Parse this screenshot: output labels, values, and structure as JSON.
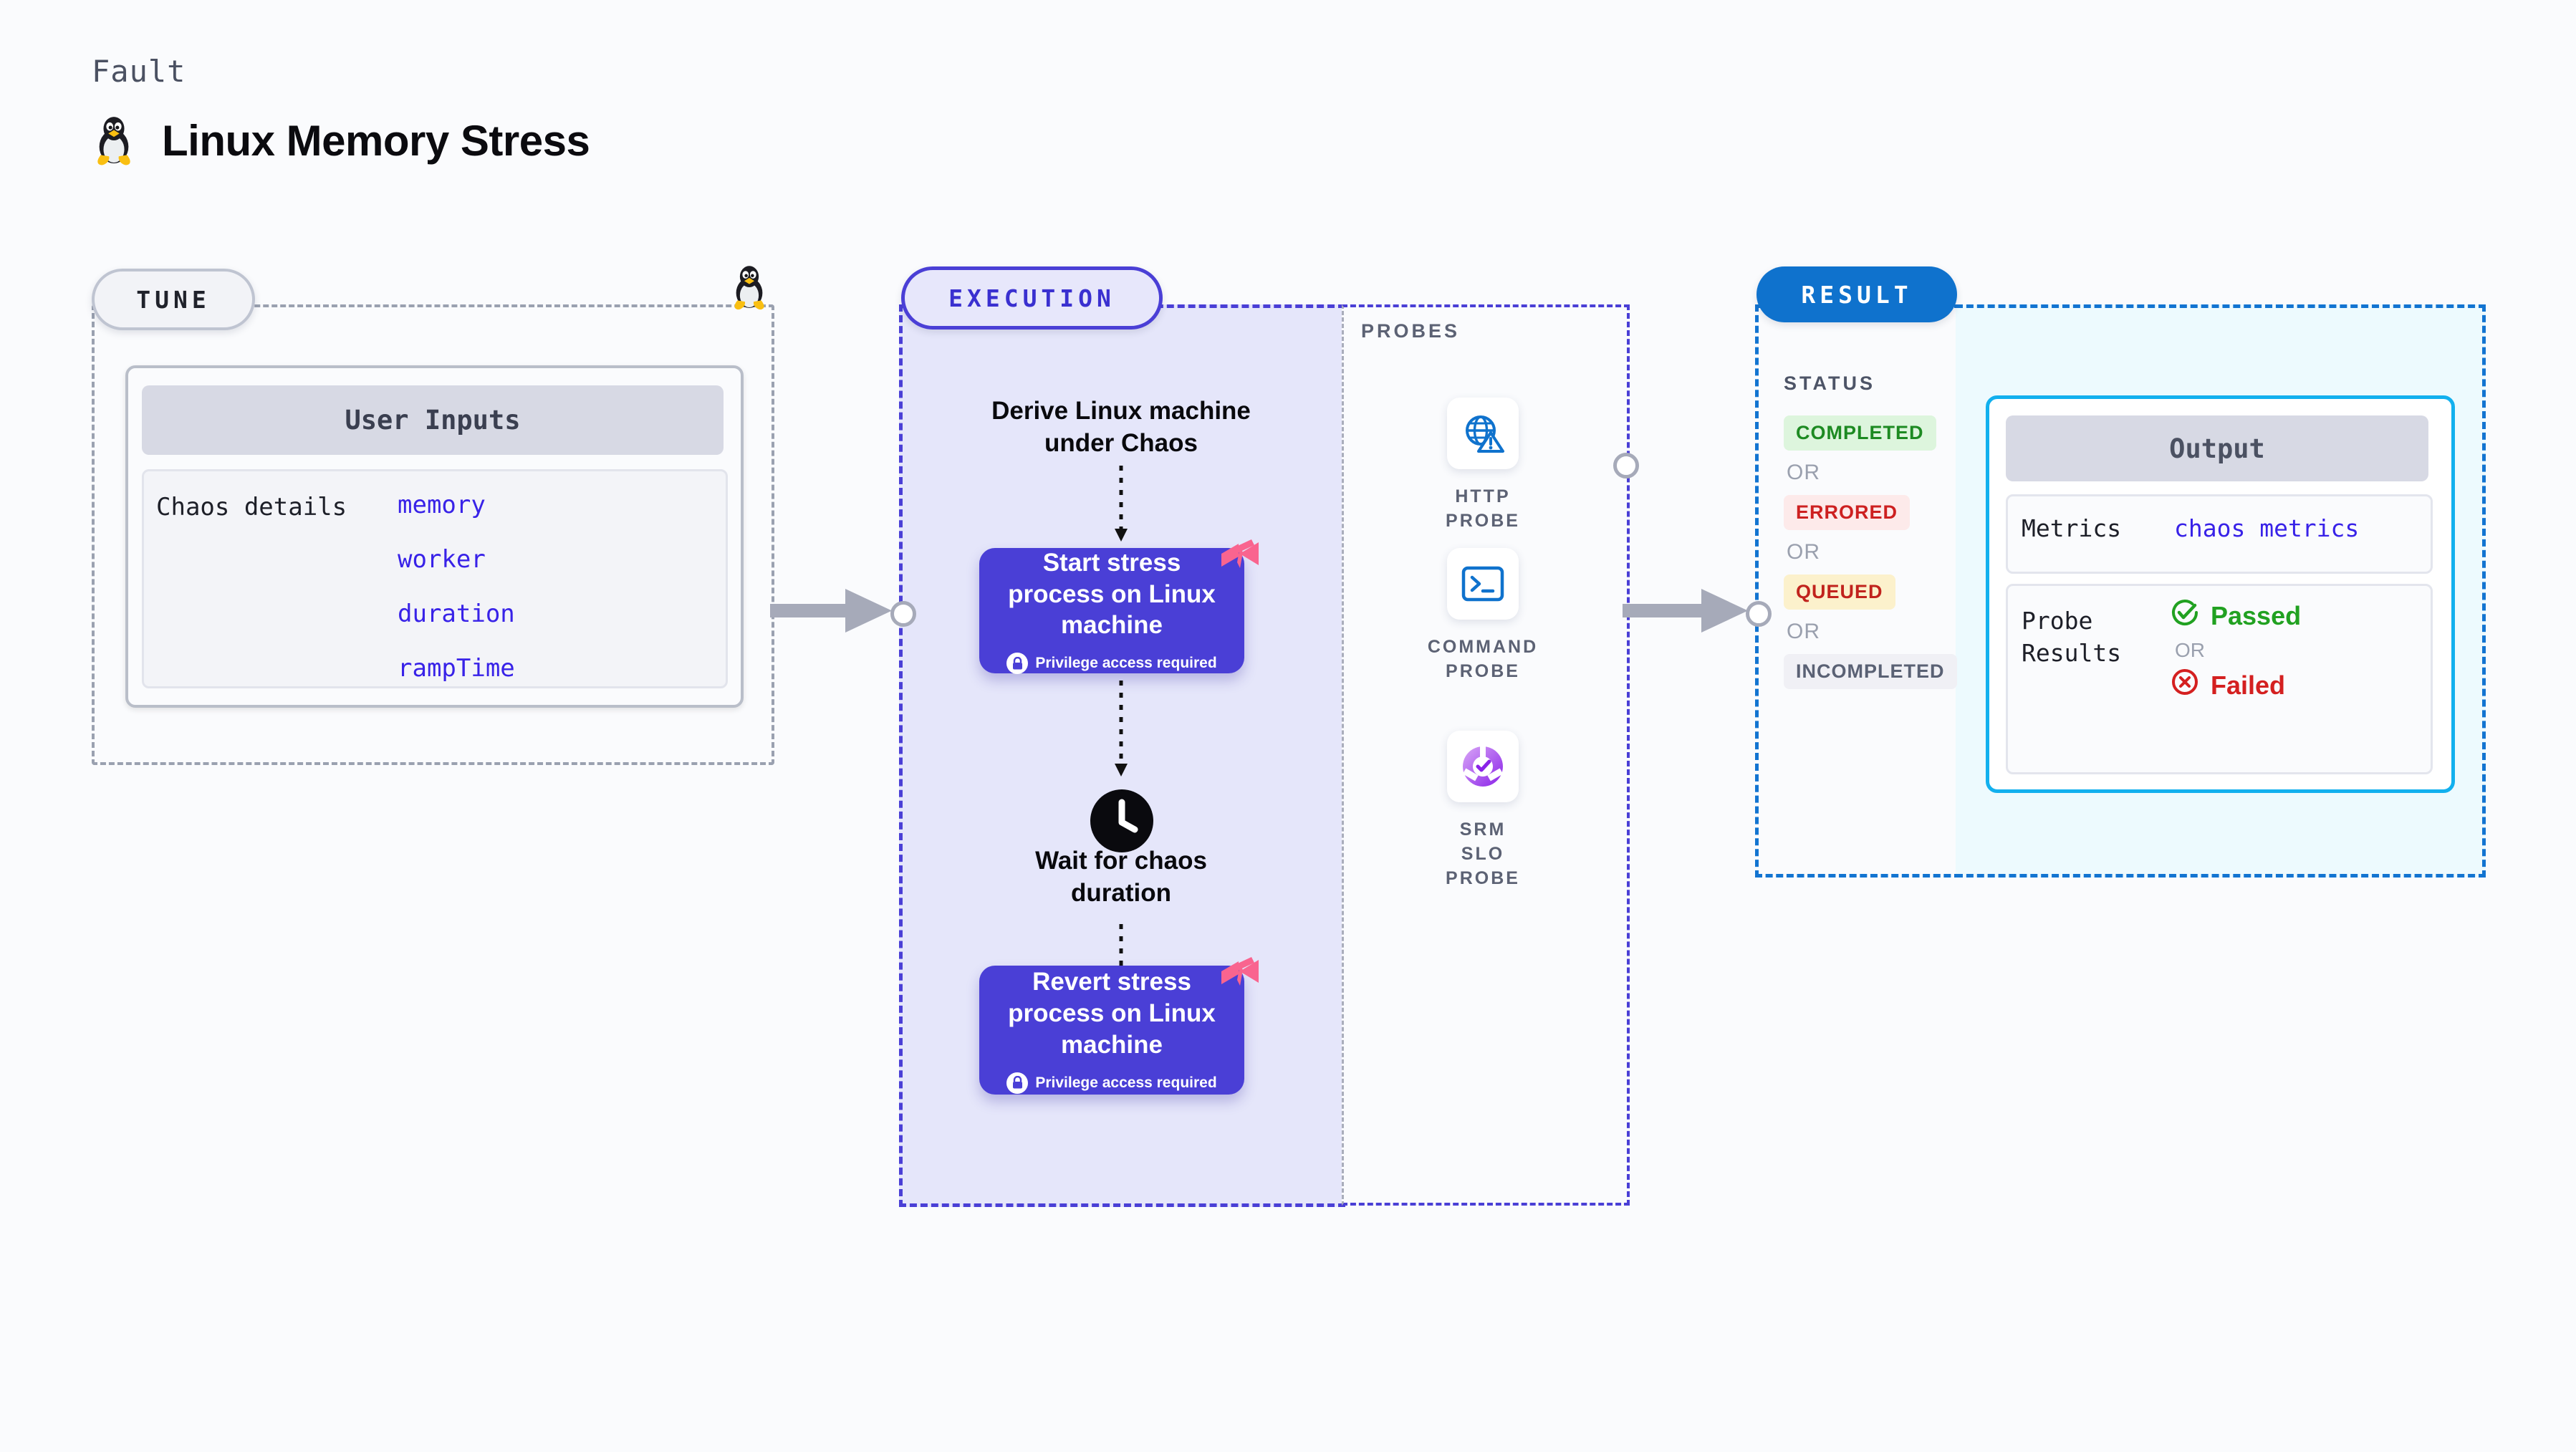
{
  "header": {
    "eyebrow": "Fault",
    "title": "Linux Memory Stress",
    "icon": "linux-tux-icon"
  },
  "tune": {
    "pill_label": "TUNE",
    "border_icon": "linux-tux-icon",
    "card": {
      "header": "User Inputs",
      "details_label": "Chaos details",
      "values": [
        "memory",
        "worker",
        "duration",
        "rampTime"
      ]
    }
  },
  "execution": {
    "pill_label": "EXECUTION",
    "steps": [
      {
        "type": "text",
        "label": "Derive Linux machine under Chaos"
      },
      {
        "type": "node",
        "label": "Start stress process on Linux machine",
        "sub_label": "Privilege access required",
        "badge_icon": "harness-logo-icon",
        "lock_icon": "lock-icon"
      },
      {
        "type": "text",
        "label": "Wait for chaos duration",
        "icon": "clock-icon"
      },
      {
        "type": "node",
        "label": "Revert stress process on Linux machine",
        "sub_label": "Privilege access required",
        "badge_icon": "harness-logo-icon",
        "lock_icon": "lock-icon"
      }
    ]
  },
  "probes": {
    "section_label": "PROBES",
    "items": [
      {
        "label": "HTTP PROBE",
        "icon": "globe-warning-icon"
      },
      {
        "label": "COMMAND PROBE",
        "icon": "terminal-icon"
      },
      {
        "label": "SRM SLO PROBE",
        "icon": "slo-donut-check-icon"
      }
    ]
  },
  "result": {
    "pill_label": "RESULT",
    "status_label": "STATUS",
    "or_label": "OR",
    "statuses": [
      {
        "label": "COMPLETED",
        "bg": "#ddf5dd",
        "color": "#1d8a22"
      },
      {
        "label": "ERRORED",
        "bg": "#fdeaea",
        "color": "#cd2020"
      },
      {
        "label": "QUEUED",
        "bg": "#fcf1cc",
        "color": "#c1231d"
      },
      {
        "label": "INCOMPLETED",
        "bg": "#f0f0f5",
        "color": "#5a6174"
      }
    ],
    "output": {
      "header": "Output",
      "metrics_label": "Metrics",
      "metrics_value": "chaos metrics",
      "probe_results_label": "Probe Results",
      "passed_label": "Passed",
      "failed_label": "Failed",
      "or_label": "OR",
      "passed_icon": "check-circle-icon",
      "failed_icon": "x-circle-icon"
    }
  },
  "connectors": {
    "tune_to_execution": "arrow-right-icon",
    "execution_to_result": "arrow-right-icon"
  },
  "colors": {
    "accent_purple": "#4a3fd6",
    "accent_blue": "#0f72cd",
    "accent_cyan": "#12b0ee",
    "value_blue": "#3822e8",
    "harness_pink": "#f9648f",
    "background": "#fafbfd"
  }
}
